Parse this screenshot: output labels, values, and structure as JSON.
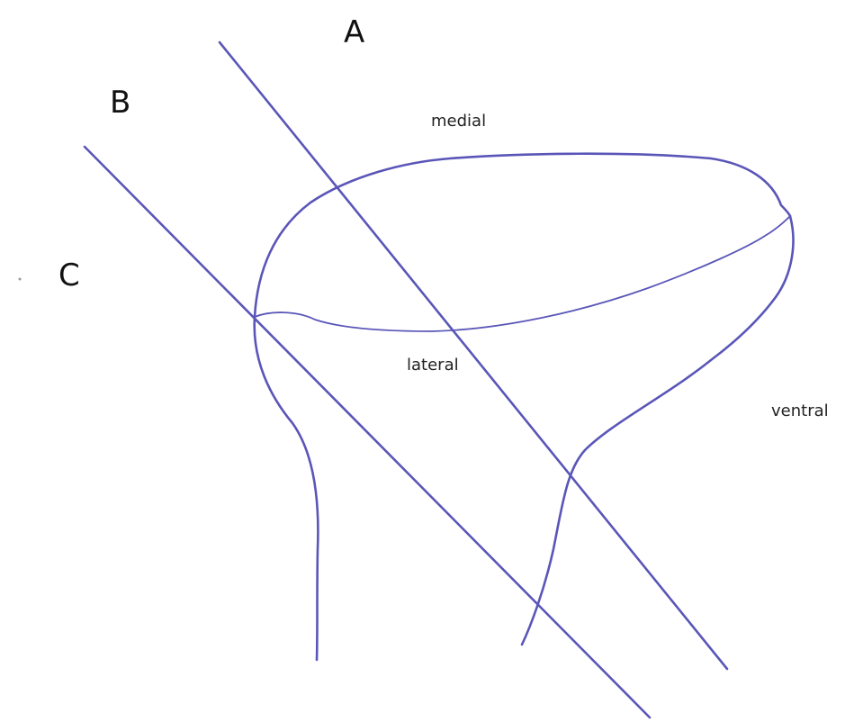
{
  "labels": {
    "cut_a": "A",
    "cut_b": "B",
    "cut_c": "C",
    "medial": "medial",
    "lateral": "lateral",
    "ventral": "ventral"
  },
  "colors": {
    "ink": "#5a56b8",
    "text": "#111111",
    "background": "#ffffff"
  }
}
